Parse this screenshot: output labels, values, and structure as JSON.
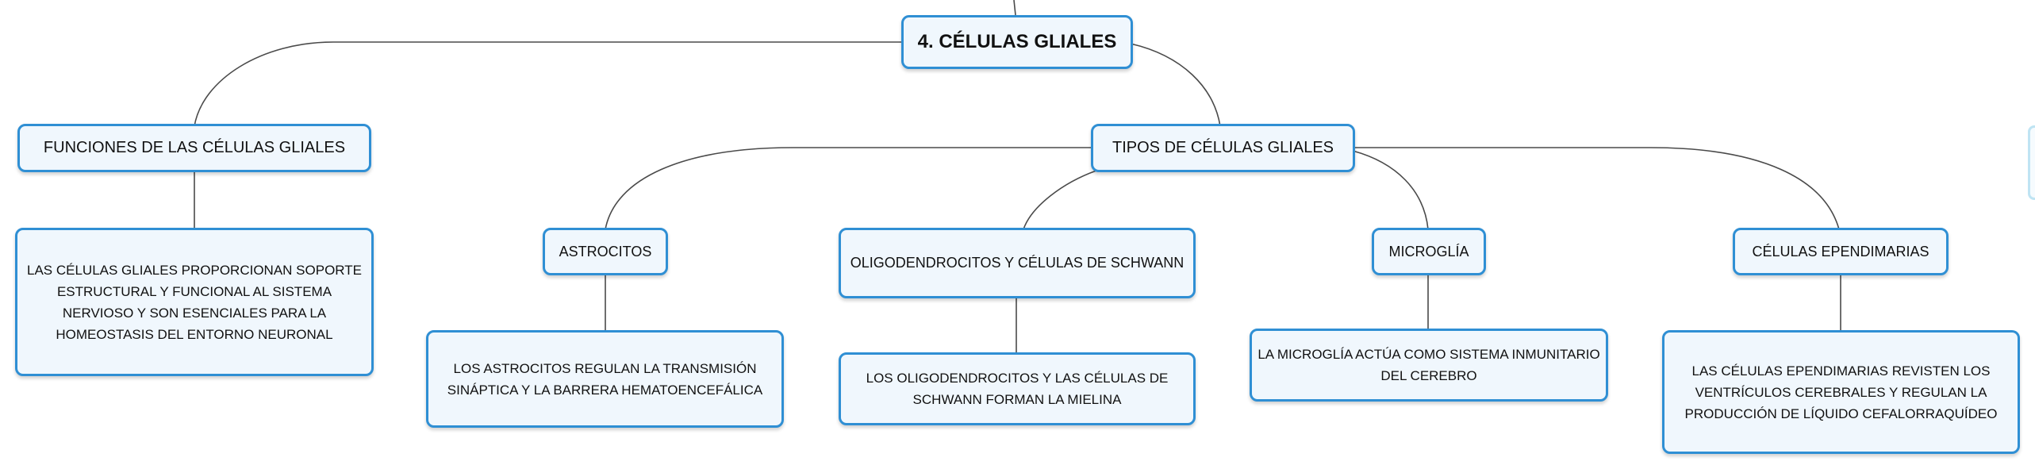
{
  "mindmap": {
    "root": {
      "label": "4. CÉLULAS GLIALES"
    },
    "functions": {
      "label": "FUNCIONES DE LAS CÉLULAS GLIALES",
      "detail": "LAS CÉLULAS GLIALES PROPORCIONAN SOPORTE ESTRUCTURAL Y FUNCIONAL AL SISTEMA NERVIOSO Y SON ESENCIALES PARA LA HOMEOSTASIS DEL ENTORNO NEURONAL"
    },
    "types": {
      "label": "TIPOS DE CÉLULAS GLIALES",
      "astrocytes": {
        "label": "ASTROCITOS",
        "detail": "LOS ASTROCITOS REGULAN LA TRANSMISIÓN SINÁPTICA Y LA BARRERA HEMATOENCEFÁLICA"
      },
      "oligodendrocytes": {
        "label": "OLIGODENDROCITOS Y CÉLULAS DE SCHWANN",
        "detail": "LOS OLIGODENDROCITOS Y LAS CÉLULAS DE SCHWANN FORMAN LA MIELINA"
      },
      "microglia": {
        "label": "MICROGLÍA",
        "detail": "LA MICROGLÍA ACTÚA COMO SISTEMA INMUNITARIO DEL CEREBRO"
      },
      "ependymal": {
        "label": "CÉLULAS EPENDIMARIAS",
        "detail": "LAS CÉLULAS EPENDIMARIAS REVISTEN LOS VENTRÍCULOS CEREBRALES Y REGULAN LA PRODUCCIÓN DE LÍQUIDO CEFALORRAQUÍDEO"
      }
    }
  },
  "colors": {
    "node_border": "#2f8fd4",
    "node_fill": "#f0f7fd",
    "connector": "#4a4a4a",
    "text": "#111111"
  }
}
